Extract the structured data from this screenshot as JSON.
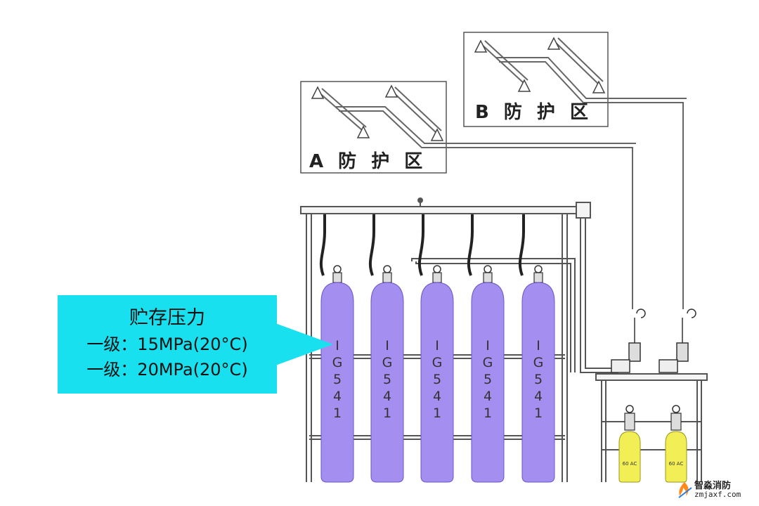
{
  "zones": [
    {
      "label": "A 防 护 区"
    },
    {
      "label": "B 防 护 区"
    }
  ],
  "main_cylinders": [
    {
      "chars": [
        "I",
        "G",
        "5",
        "4",
        "1"
      ]
    },
    {
      "chars": [
        "I",
        "G",
        "5",
        "4",
        "1"
      ]
    },
    {
      "chars": [
        "I",
        "G",
        "5",
        "4",
        "1"
      ]
    },
    {
      "chars": [
        "I",
        "G",
        "5",
        "4",
        "1"
      ]
    },
    {
      "chars": [
        "I",
        "G",
        "5",
        "4",
        "1"
      ]
    }
  ],
  "start_cylinders": [
    {
      "label": "60 AC"
    },
    {
      "label": "60 AC"
    }
  ],
  "callout": {
    "title": "贮存压力",
    "lines": [
      "一级：15MPa(20°C)",
      "一级：20MPa(20°C)"
    ]
  },
  "watermark": {
    "name": "智淼消防",
    "url": "zmjaxf.com"
  },
  "colors": {
    "cylinder": "#a48ef0",
    "start_cylinder": "#f2ee55",
    "callout": "#19e0ee",
    "pipe": "#555555"
  }
}
